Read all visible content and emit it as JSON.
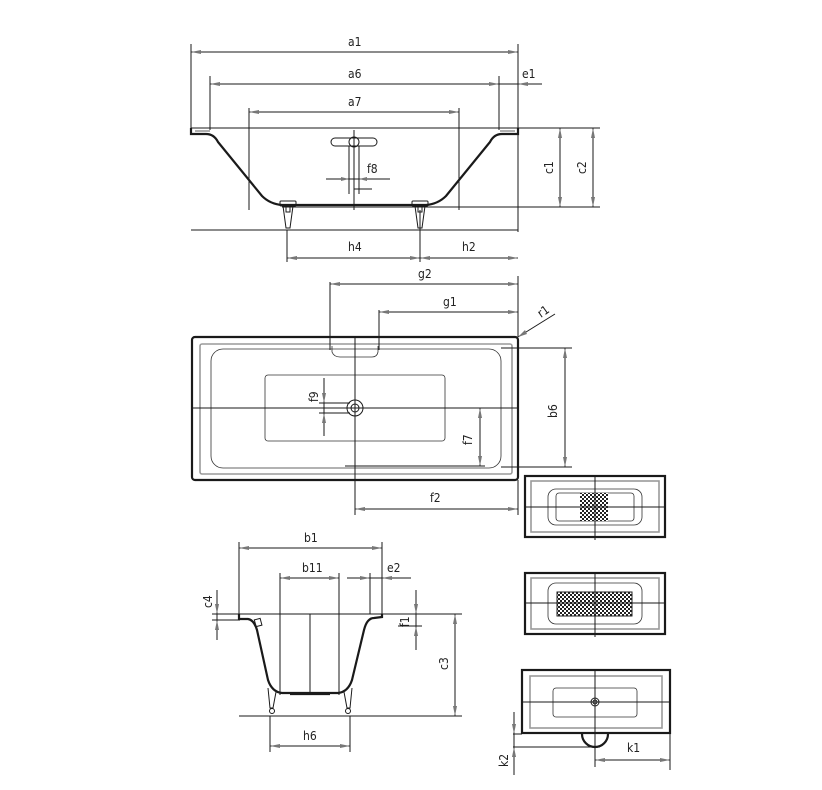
{
  "drawing": {
    "title": "Bathtub dimension drawing",
    "views": [
      "side-elevation",
      "plan-view",
      "end-elevation",
      "thumbnail-plan-1",
      "thumbnail-plan-2",
      "thumbnail-plan-3"
    ]
  },
  "side_view": {
    "dims": {
      "a1": "a1",
      "a6": "a6",
      "a7": "a7",
      "e1": "e1",
      "f8": "f8",
      "c1": "c1",
      "c2": "c2",
      "h4": "h4",
      "h2": "h2"
    }
  },
  "plan_view": {
    "dims": {
      "g2": "g2",
      "g1": "g1",
      "r1": "r1",
      "f9": "f9",
      "b6": "b6",
      "f7": "f7",
      "f2": "f2"
    }
  },
  "end_view": {
    "dims": {
      "b1": "b1",
      "b11": "b11",
      "e2": "e2",
      "c4": "c4",
      "f1": "f1",
      "c3": "c3",
      "h6": "h6"
    }
  },
  "thumbnail_3": {
    "dims": {
      "k1": "k1",
      "k2": "k2"
    }
  },
  "colors": {
    "line": "#1a1a1a",
    "inner_rim": "#9a9a9a",
    "background": "#ffffff"
  }
}
